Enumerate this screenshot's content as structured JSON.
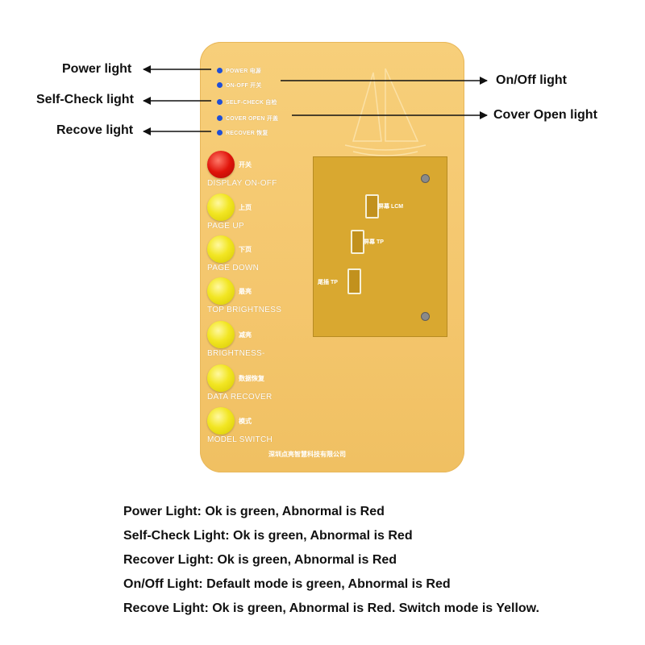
{
  "callouts": {
    "power": "Power light",
    "onoff": "On/Off light",
    "selfcheck": "Self-Check light",
    "cover": "Cover Open  light",
    "recove": "Recove light"
  },
  "leds": [
    {
      "text": "POWER 电源"
    },
    {
      "text": "ON-OFF 开关"
    },
    {
      "text": "SELF-CHECK 自检"
    },
    {
      "text": "COVER OPEN 开盖"
    },
    {
      "text": "RECOVER 恢复"
    }
  ],
  "buttons": [
    {
      "cn": "开关",
      "label": "DISPLAY ON-OFF",
      "color": "red"
    },
    {
      "cn": "上页",
      "label": "PAGE  UP",
      "color": "yellow"
    },
    {
      "cn": "下页",
      "label": "PAGE  DOWN",
      "color": "yellow"
    },
    {
      "cn": "最亮",
      "label": "TOP BRIGHTNESS",
      "color": "yellow"
    },
    {
      "cn": "减亮",
      "label": "BRIGHTNESS-",
      "color": "yellow"
    },
    {
      "cn": "数据恢复",
      "label": "DATA  RECOVER",
      "color": "yellow"
    },
    {
      "cn": "模式",
      "label": "MODEL  SWITCH",
      "color": "yellow"
    }
  ],
  "footer_company": "深圳点亮智慧科技有限公司",
  "pcb": {
    "lcm_label": "屏幕 LCM",
    "tp_label": "屏幕 TP",
    "tp2_label": "尾插 TP"
  },
  "notes": [
    "Power Light:  Ok is green, Abnormal is Red",
    "Self-Check Light: Ok is green, Abnormal is Red",
    "Recover Light: Ok is green, Abnormal is Red",
    "On/Off Light: Default mode is green, Abnormal is Red",
    "Recove Light: Ok is green, Abnormal is Red. Switch mode is Yellow."
  ],
  "colors": {
    "board": "#f4c66d",
    "led": "#1f4fd6",
    "red_button": "#e0140a",
    "yellow_button": "#f2e623",
    "pcb": "#d9a830"
  }
}
